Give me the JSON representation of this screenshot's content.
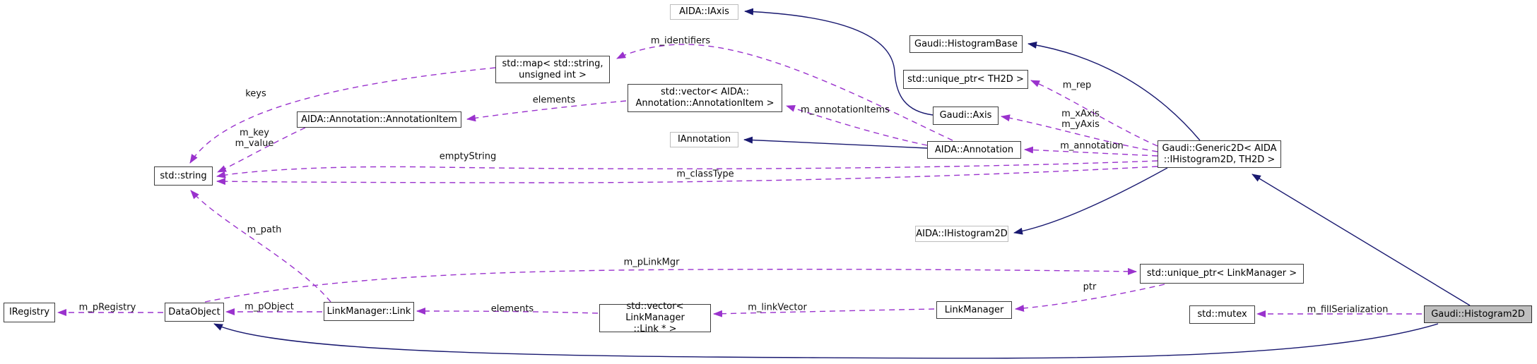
{
  "diagram": {
    "type": "doxygen-collaboration-graph",
    "main_class": "Gaudi::Histogram2D"
  },
  "colors": {
    "inheritance_edge": "#191970",
    "usage_edge": "#9a32cd",
    "main_node_fill": "#bfbfbf",
    "node_border": "#3d3d3d",
    "external_node_border": "#bdbdbd"
  },
  "nodes": {
    "aida_iaxis": {
      "label": "AIDA::IAxis"
    },
    "histogram_base": {
      "label": "Gaudi::HistogramBase"
    },
    "unique_ptr_th2d": {
      "label": "std::unique_ptr< TH2D >"
    },
    "gaudi_axis": {
      "label": "Gaudi::Axis"
    },
    "aida_annotation": {
      "label": "AIDA::Annotation"
    },
    "generic2d": {
      "label": "Gaudi::Generic2D< AIDA\n::IHistogram2D, TH2D >"
    },
    "std_map": {
      "label": "std::map< std::string,\nunsigned int >"
    },
    "vector_annotation": {
      "label": "std::vector< AIDA::\nAnnotation::AnnotationItem >"
    },
    "iannotation": {
      "label": "IAnnotation"
    },
    "annotation_item": {
      "label": "AIDA::Annotation::AnnotationItem"
    },
    "std_string": {
      "label": "std::string"
    },
    "aida_ihistogram2d": {
      "label": "AIDA::IHistogram2D"
    },
    "unique_ptr_lm": {
      "label": "std::unique_ptr< LinkManager >"
    },
    "iregistry": {
      "label": "IRegistry"
    },
    "data_object": {
      "label": "DataObject"
    },
    "lm_link": {
      "label": "LinkManager::Link"
    },
    "vector_link": {
      "label": "std::vector< LinkManager\n::Link * >"
    },
    "link_manager": {
      "label": "LinkManager"
    },
    "std_mutex": {
      "label": "std::mutex"
    },
    "histogram2d": {
      "label": "Gaudi::Histogram2D"
    }
  },
  "edge_labels": {
    "m_identifiers": "m_identifiers",
    "keys": "keys",
    "m_key_value": "m_key\nm_value",
    "elements_top": "elements",
    "m_annotation_items": "m_annotationItems",
    "m_rep": "m_rep",
    "m_axes": "m_xAxis\nm_yAxis",
    "m_annotation": "m_annotation",
    "empty_string": "emptyString",
    "m_class_type": "m_classType",
    "m_path": "m_path",
    "m_p_link_mgr": "m_pLinkMgr",
    "m_p_registry": "m_pRegistry",
    "m_p_object": "m_pObject",
    "elements_bottom": "elements",
    "m_link_vector": "m_linkVector",
    "ptr": "ptr",
    "m_fill_serialization": "m_fillSerialization"
  }
}
